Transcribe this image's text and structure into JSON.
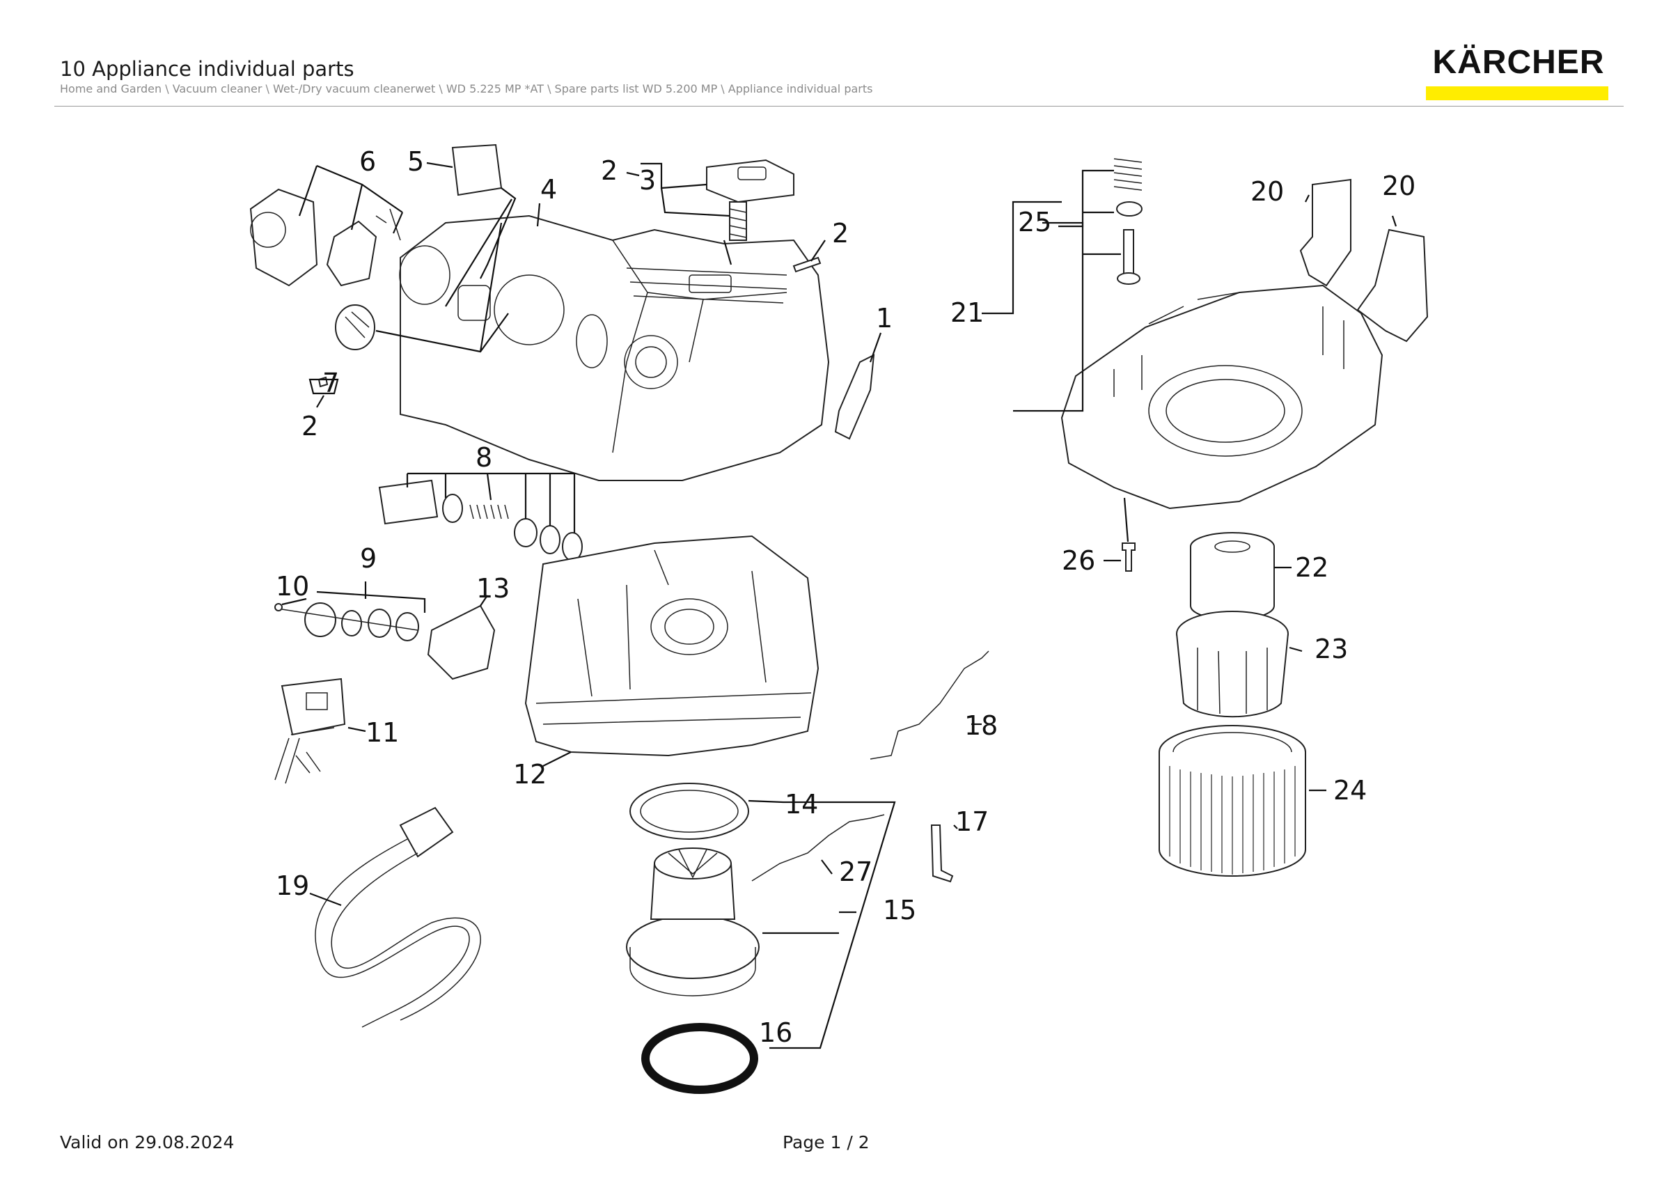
{
  "header": {
    "title": "10 Appliance individual parts",
    "breadcrumb": "Home and Garden \\ Vacuum cleaner \\ Wet-/Dry vacuum cleanerwet \\ WD 5.225 MP *AT \\ Spare parts list WD 5.200 MP \\ Appliance individual parts",
    "brand": "KÄRCHER",
    "colors": {
      "brand_yellow": "#ffed00",
      "text": "#1a1a1a",
      "breadcrumb": "#8a8a8a",
      "rule": "#9a9a9a"
    }
  },
  "diagram": {
    "callouts": {
      "c1": "1",
      "c2a": "2",
      "c2b": "2",
      "c2c": "2",
      "c3": "3",
      "c4": "4",
      "c5": "5",
      "c6": "6",
      "c7": "7",
      "c8": "8",
      "c9": "9",
      "c10": "10",
      "c11": "11",
      "c12": "12",
      "c13": "13",
      "c14": "14",
      "c15": "15",
      "c16": "16",
      "c17": "17",
      "c18": "18",
      "c19": "19",
      "c20a": "20",
      "c20b": "20",
      "c21": "21",
      "c22": "22",
      "c23": "23",
      "c24": "24",
      "c25": "25",
      "c26": "26",
      "c27": "27"
    }
  },
  "footer": {
    "valid_on": "Valid on 29.08.2024",
    "page": "Page 1 / 2"
  }
}
